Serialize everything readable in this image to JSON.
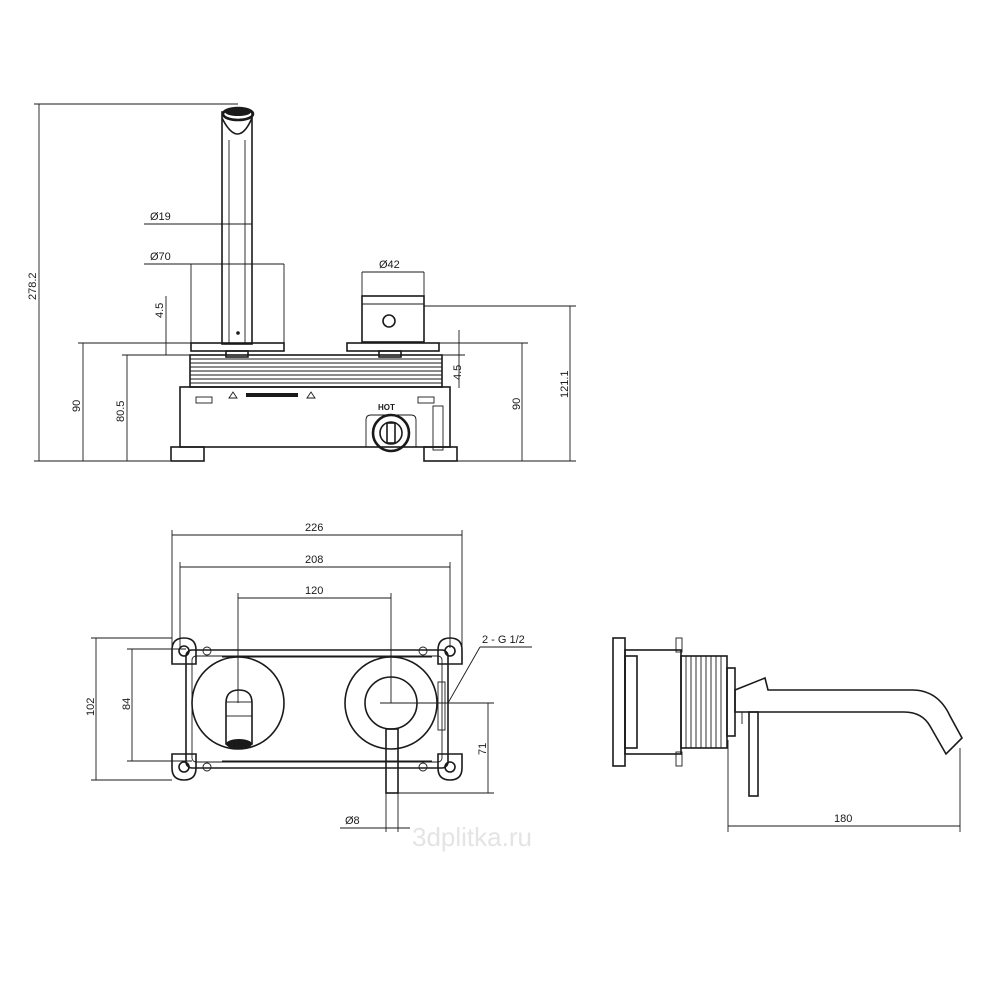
{
  "dimensions": {
    "total_height": "278.2",
    "spout_diameter": "Ø19",
    "plate_diameter": "Ø70",
    "handle_diameter": "Ø42",
    "plate_gap_left": "4.5",
    "plate_gap_right": "4.5",
    "box_height_left": "90",
    "box_depth": "80.5",
    "box_height_right": "90",
    "handle_height": "121.1",
    "overall_width": "226",
    "box_width": "208",
    "center_distance": "120",
    "connection": "2 - G 1/2",
    "box_height_front": "102",
    "inner_height": "84",
    "lever_length": "71",
    "lever_diameter": "Ø8",
    "spout_projection": "180"
  },
  "labels": {
    "hot": "HOT"
  },
  "watermark": "3dplitka.ru"
}
